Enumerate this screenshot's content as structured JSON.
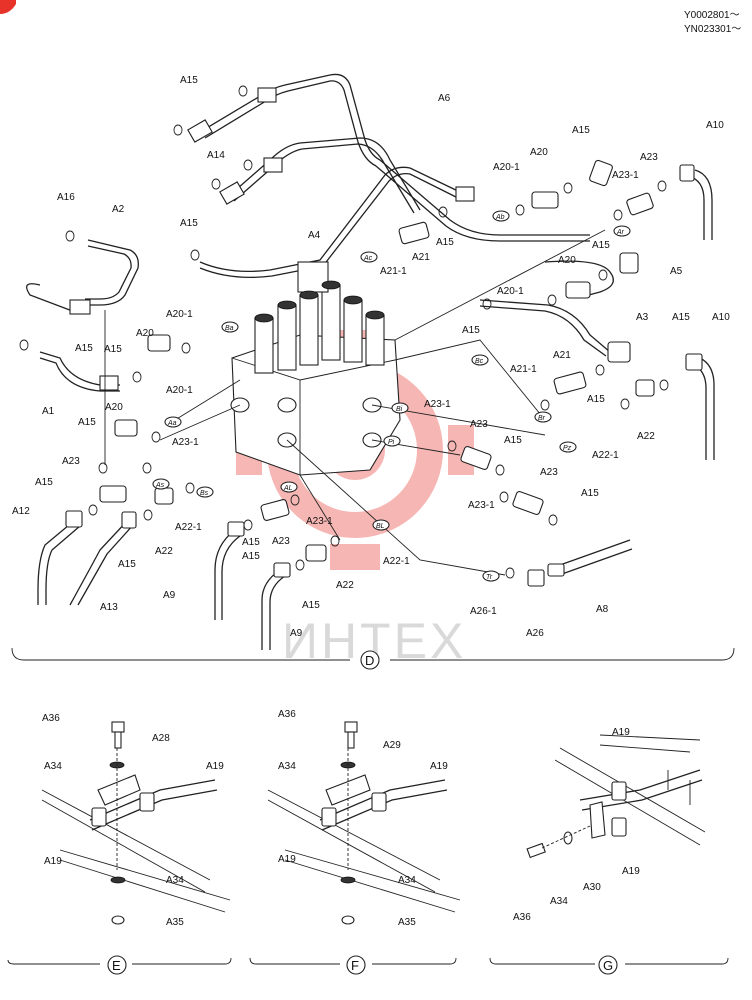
{
  "header": {
    "serial_lines": [
      "Y0002801〜",
      "YN023301〜"
    ]
  },
  "watermark": {
    "text": "ИНТЕХ",
    "logo_color": "#e8332a"
  },
  "sections": [
    {
      "id": "D",
      "label": "D"
    },
    {
      "id": "E",
      "label": "E"
    },
    {
      "id": "F",
      "label": "F"
    },
    {
      "id": "G",
      "label": "G"
    }
  ],
  "ports": [
    "Ab",
    "Ac",
    "Ar",
    "Ba",
    "Aa",
    "As",
    "Bs",
    "Bc",
    "Br",
    "Bi",
    "Pi",
    "Pz",
    "AL",
    "BL",
    "Tr"
  ],
  "labels": {
    "D": [
      "A15",
      "A6",
      "A14",
      "A16",
      "A2",
      "A15",
      "A4",
      "A20",
      "A15",
      "A23",
      "A23-1",
      "A10",
      "A20-1",
      "A21-1",
      "A21",
      "A15",
      "A15",
      "A5",
      "A20",
      "A20-1",
      "A3",
      "A15",
      "A10",
      "A15",
      "A15",
      "A20-1",
      "A20",
      "A1",
      "A20-1",
      "A21-1",
      "A21",
      "A15",
      "A15",
      "A22",
      "A20",
      "A23-1",
      "A15",
      "A23-1",
      "A23",
      "A15",
      "A22-1",
      "A23",
      "A15",
      "A22-1",
      "A22",
      "A23",
      "A23-1",
      "A15",
      "A12",
      "A15",
      "A15",
      "A23",
      "A23-1",
      "A22-1",
      "A22",
      "A15",
      "A9",
      "A13",
      "A15",
      "A9",
      "A26-1",
      "A8",
      "A26"
    ],
    "E": [
      "A36",
      "A28",
      "A34",
      "A19",
      "A19",
      "A34",
      "A35"
    ],
    "F": [
      "A36",
      "A29",
      "A34",
      "A19",
      "A19",
      "A34",
      "A35"
    ],
    "G": [
      "A19",
      "A19",
      "A36",
      "A34",
      "A30"
    ]
  }
}
